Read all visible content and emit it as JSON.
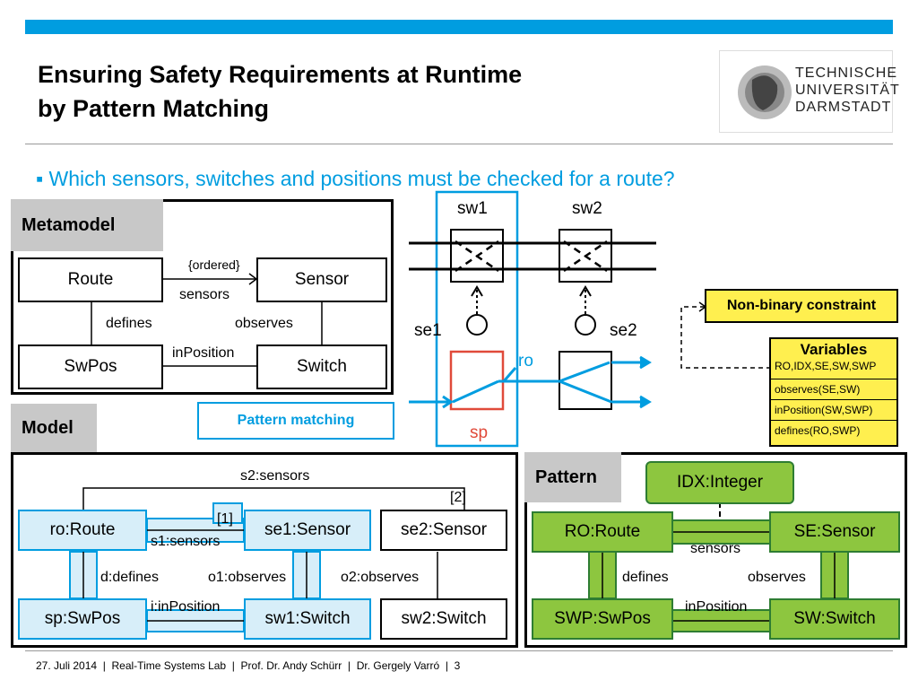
{
  "title_line1": "Ensuring Safety Requirements at Runtime",
  "title_line2": "by Pattern Matching",
  "logo": {
    "line1": "TECHNISCHE",
    "line2": "UNIVERSITÄT",
    "line3": "DARMSTADT"
  },
  "bullet": "Which sensors, switches and positions must be checked for a route?",
  "metamodel": {
    "tag": "Metamodel",
    "route": "Route",
    "sensor": "Sensor",
    "swpos": "SwPos",
    "switch": "Switch",
    "ordered": "{ordered}",
    "sensors": "sensors",
    "defines": "defines",
    "observes": "observes",
    "inPosition": "inPosition"
  },
  "pattern_matching": "Pattern matching",
  "track": {
    "sw1": "sw1",
    "sw2": "sw2",
    "se1": "se1",
    "se2": "se2",
    "ro": "ro",
    "sp": "sp"
  },
  "constraint": {
    "nonbinary": "Non-binary constraint",
    "variables_title": "Variables",
    "variables": "RO,IDX,SE,SW,SWP",
    "c1": "observes(SE,SW)",
    "c2": "inPosition(SW,SWP)",
    "c3": "defines(RO,SWP)"
  },
  "model": {
    "tag": "Model",
    "ro": "ro:Route",
    "se1": "se1:Sensor",
    "se2": "se2:Sensor",
    "sp": "sp:SwPos",
    "sw1": "sw1:Switch",
    "sw2": "sw2:Switch",
    "s2sensors": "s2:sensors",
    "idx2": "[2]",
    "idx1": "[1]",
    "s1sensors": "s1:sensors",
    "defines": "d:defines",
    "o1": "o1:observes",
    "o2": "o2:observes",
    "inPos": "i:inPosition"
  },
  "pattern": {
    "tag": "Pattern",
    "idx": "IDX:Integer",
    "ro": "RO:Route",
    "se": "SE:Sensor",
    "swp": "SWP:SwPos",
    "sw": "SW:Switch",
    "sensors": "sensors",
    "defines": "defines",
    "observes": "observes",
    "inPosition": "inPosition"
  },
  "footer": "27. Juli 2014  |  Real-Time Systems Lab  |  Prof. Dr. Andy Schürr  |  Dr. Gergely Varró  |  3",
  "colors": {
    "accent": "#009de0",
    "green": "#8dc63f",
    "yellow": "#ffef4f",
    "red": "#e04a3a"
  }
}
